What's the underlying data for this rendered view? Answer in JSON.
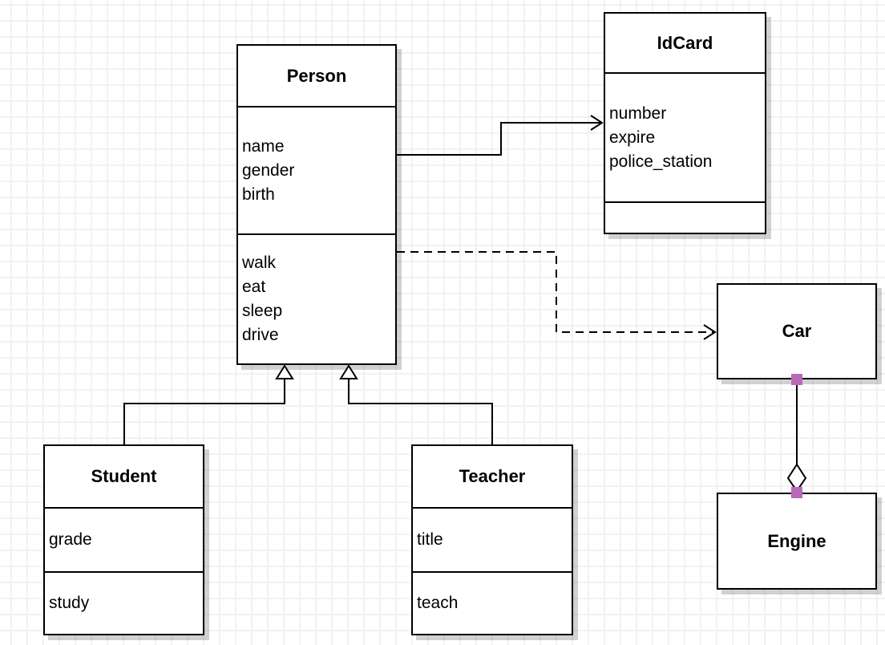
{
  "classes": {
    "person": {
      "name": "Person",
      "attributes": [
        "name",
        "gender",
        "birth"
      ],
      "methods": [
        "walk",
        "eat",
        "sleep",
        "drive"
      ]
    },
    "idcard": {
      "name": "IdCard",
      "attributes": [
        "number",
        "expire",
        "police_station"
      ],
      "methods": []
    },
    "car": {
      "name": "Car",
      "attributes": [],
      "methods": []
    },
    "engine": {
      "name": "Engine",
      "attributes": [],
      "methods": []
    },
    "student": {
      "name": "Student",
      "attributes": [
        "grade"
      ],
      "methods": [
        "study"
      ]
    },
    "teacher": {
      "name": "Teacher",
      "attributes": [
        "title"
      ],
      "methods": [
        "teach"
      ]
    }
  },
  "relationships": [
    {
      "from": "Person",
      "to": "IdCard",
      "type": "association",
      "line": "solid",
      "arrow": "open-arrow"
    },
    {
      "from": "Person",
      "to": "Car",
      "type": "dependency",
      "line": "dashed",
      "arrow": "open-arrow"
    },
    {
      "from": "Student",
      "to": "Person",
      "type": "generalization",
      "line": "solid",
      "arrow": "hollow-triangle"
    },
    {
      "from": "Teacher",
      "to": "Person",
      "type": "generalization",
      "line": "solid",
      "arrow": "hollow-triangle"
    },
    {
      "from": "Car",
      "to": "Engine",
      "type": "aggregation",
      "line": "solid",
      "arrow": "hollow-diamond"
    }
  ],
  "colors": {
    "stroke": "#000000",
    "shape_fill": "#ffffff",
    "shadow": "#cfcfcf",
    "grid_line": "#f2f2f2",
    "endpoint_handle": "#ba68ba"
  }
}
